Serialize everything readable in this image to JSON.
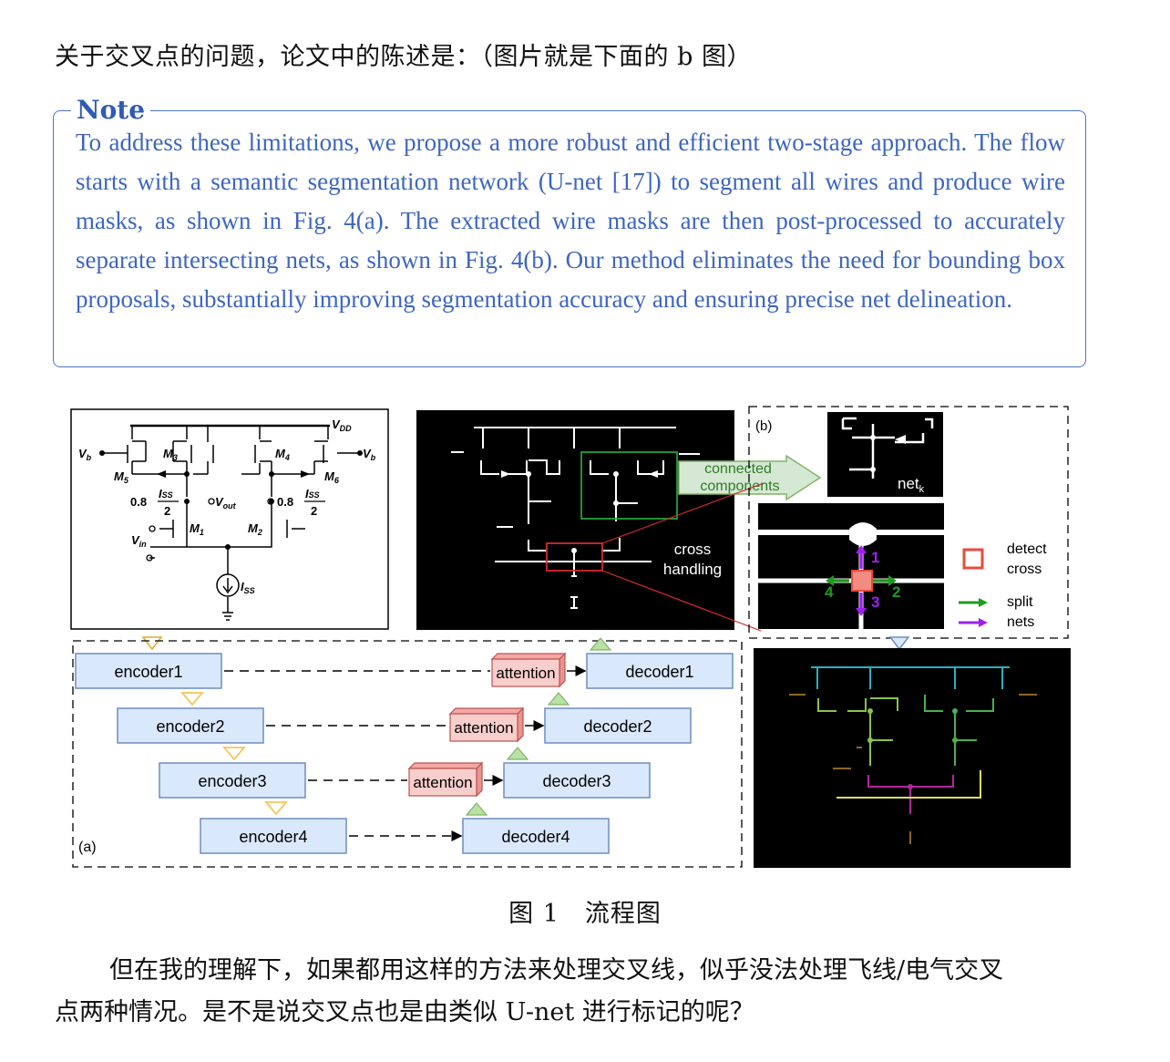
{
  "intro": "关于交叉点的问题，论文中的陈述是：（图片就是下面的 b 图）",
  "note": {
    "title": "Note",
    "text": "To address these limitations, we propose a more robust and efficient two-stage approach. The flow starts with a semantic segmentation network (U-net [17]) to segment all wires and produce wire masks, as shown in Fig. 4(a). The extracted wire masks are then post-processed to accurately separate intersecting nets, as shown in Fig. 4(b). Our method eliminates the need for bounding box proposals, substantially improving segmentation accuracy and ensuring precise net delineation."
  },
  "figure": {
    "circuit": {
      "vdd": "V",
      "vdd_sub": "DD",
      "vb": "V",
      "vb_sub": "b",
      "vin": "V",
      "vin_sub": "in",
      "vout": "V",
      "vout_sub": "out",
      "m1": "M",
      "m1_sub": "1",
      "m2": "M",
      "m2_sub": "2",
      "m3": "M",
      "m3_sub": "3",
      "m4": "M",
      "m4_sub": "4",
      "m5": "M",
      "m5_sub": "5",
      "m6": "M",
      "m6_sub": "6",
      "coef": "0.8",
      "iss_num": "I",
      "iss_sub": "SS",
      "iss_den": "2",
      "iss": "I",
      "iss_src_sub": "SS"
    },
    "connected_components": [
      "connected",
      "components"
    ],
    "cross_handling": [
      "cross",
      "handling"
    ],
    "panel_b_label": "(b)",
    "panel_a_label": "(a)",
    "net_label": "net",
    "net_sub": "k",
    "legend": {
      "detect": [
        "detect",
        "cross"
      ],
      "split": [
        "split",
        "nets"
      ]
    },
    "directions": [
      "1",
      "2",
      "3",
      "4"
    ],
    "encoders": [
      "encoder1",
      "encoder2",
      "encoder3",
      "encoder4"
    ],
    "decoders": [
      "decoder1",
      "decoder2",
      "decoder3",
      "decoder4"
    ],
    "attention": "attention",
    "colors": {
      "box_fill": "#dae8fc",
      "box_stroke": "#6c8ebf",
      "att_fill": "#f8cecc",
      "att_stroke": "#b85450",
      "down_tri": "#f5c65a",
      "up_tri": "#b9e0a5",
      "green_arrow": "#d5e8d4",
      "split_arrow": "#1f9a1f",
      "net_arrow": "#a020f0",
      "cross_box": "#e74c3c"
    }
  },
  "caption": "图 1　流程图",
  "body": {
    "line1": "但在我的理解下，如果都用这样的方法来处理交叉线，似乎没法处理飞线/电气交叉",
    "line2": "点两种情况。是不是说交叉点也是由类似 U-net 进行标记的呢？"
  }
}
